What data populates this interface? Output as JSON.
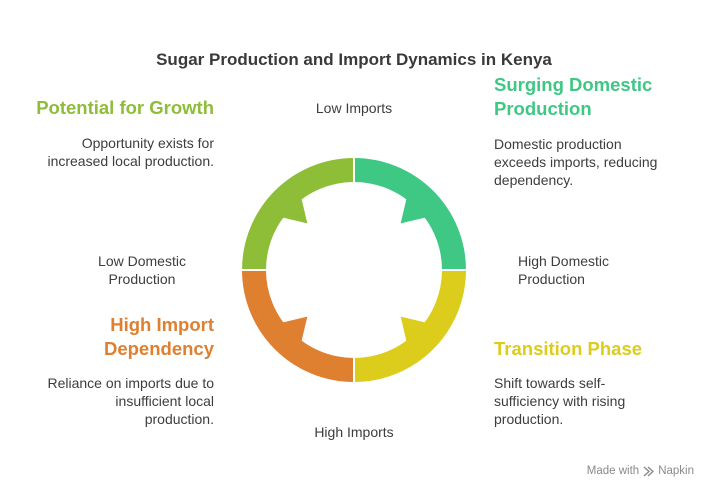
{
  "title": "Sugar Production and Import Dynamics in Kenya",
  "quadrants": {
    "top_left": {
      "heading": "Potential for Growth",
      "desc": [
        "Opportunity exists for",
        "increased local production."
      ],
      "color": "#8ebd38"
    },
    "top_right": {
      "heading": [
        "Surging Domestic",
        "Production"
      ],
      "desc": [
        "Domestic production",
        "exceeds imports, reducing",
        "dependency."
      ],
      "color": "#3ec884"
    },
    "bottom_left": {
      "heading": [
        "High Import",
        "Dependency"
      ],
      "desc": [
        "Reliance on imports due to",
        "insufficient local",
        "production."
      ],
      "color": "#df7f30"
    },
    "bottom_right": {
      "heading": "Transition Phase",
      "desc": [
        "Shift towards self-",
        "sufficiency with rising",
        "production."
      ],
      "color": "#dccc1c"
    }
  },
  "axes": {
    "top": "Low Imports",
    "bottom": "High Imports",
    "left": [
      "Low Domestic",
      "Production"
    ],
    "right": [
      "High Domestic",
      "Production"
    ]
  },
  "branding": {
    "made_with": "Made with",
    "brand": "Napkin"
  }
}
